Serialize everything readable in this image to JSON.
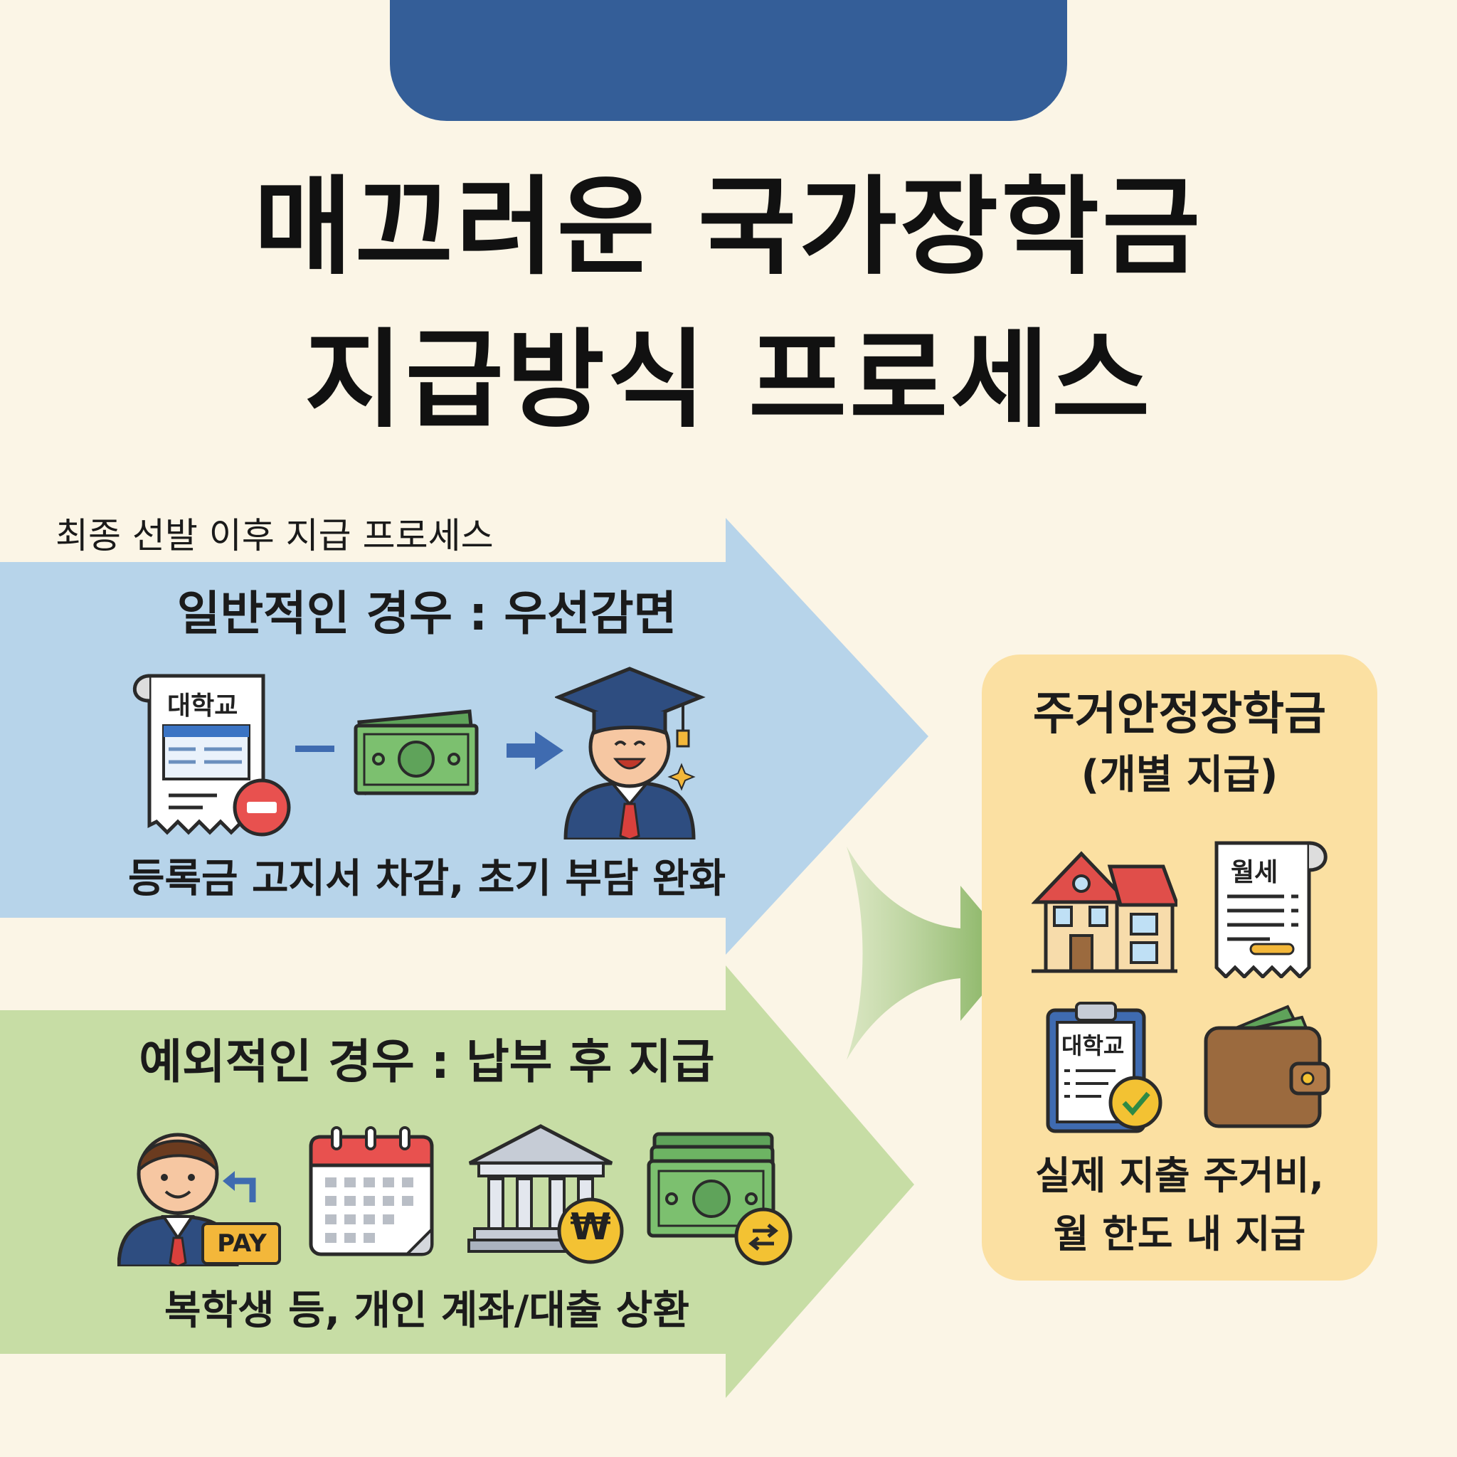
{
  "title": {
    "line1": "매끄러운 국가장학금",
    "line2": "지급방식 프로세스"
  },
  "subheading": "최종 선발 이후 지급 프로세스",
  "general_case": {
    "title": "일반적인 경우 : 우선감면",
    "invoice_label": "대학교",
    "caption": "등록금 고지서 차감, 초기 부담 완화"
  },
  "exception_case": {
    "title": "예외적인 경우 : 납부 후 지급",
    "pay_label": "PAY",
    "won_symbol": "₩",
    "caption": "복학생 등, 개인 계좌/대출 상환"
  },
  "housing_panel": {
    "title": "주거안정장학금",
    "subtitle": "(개별 지급)",
    "rent_label": "월세",
    "clipboard_label": "대학교",
    "caption_line1": "실제 지출 주거비,",
    "caption_line2": "월 한도 내 지급"
  },
  "colors": {
    "banner": "#345e98",
    "blue_band": "#b7d4ea",
    "green_band": "#c7dda5",
    "panel": "#fbe0a2",
    "connector": "#8db76a"
  }
}
